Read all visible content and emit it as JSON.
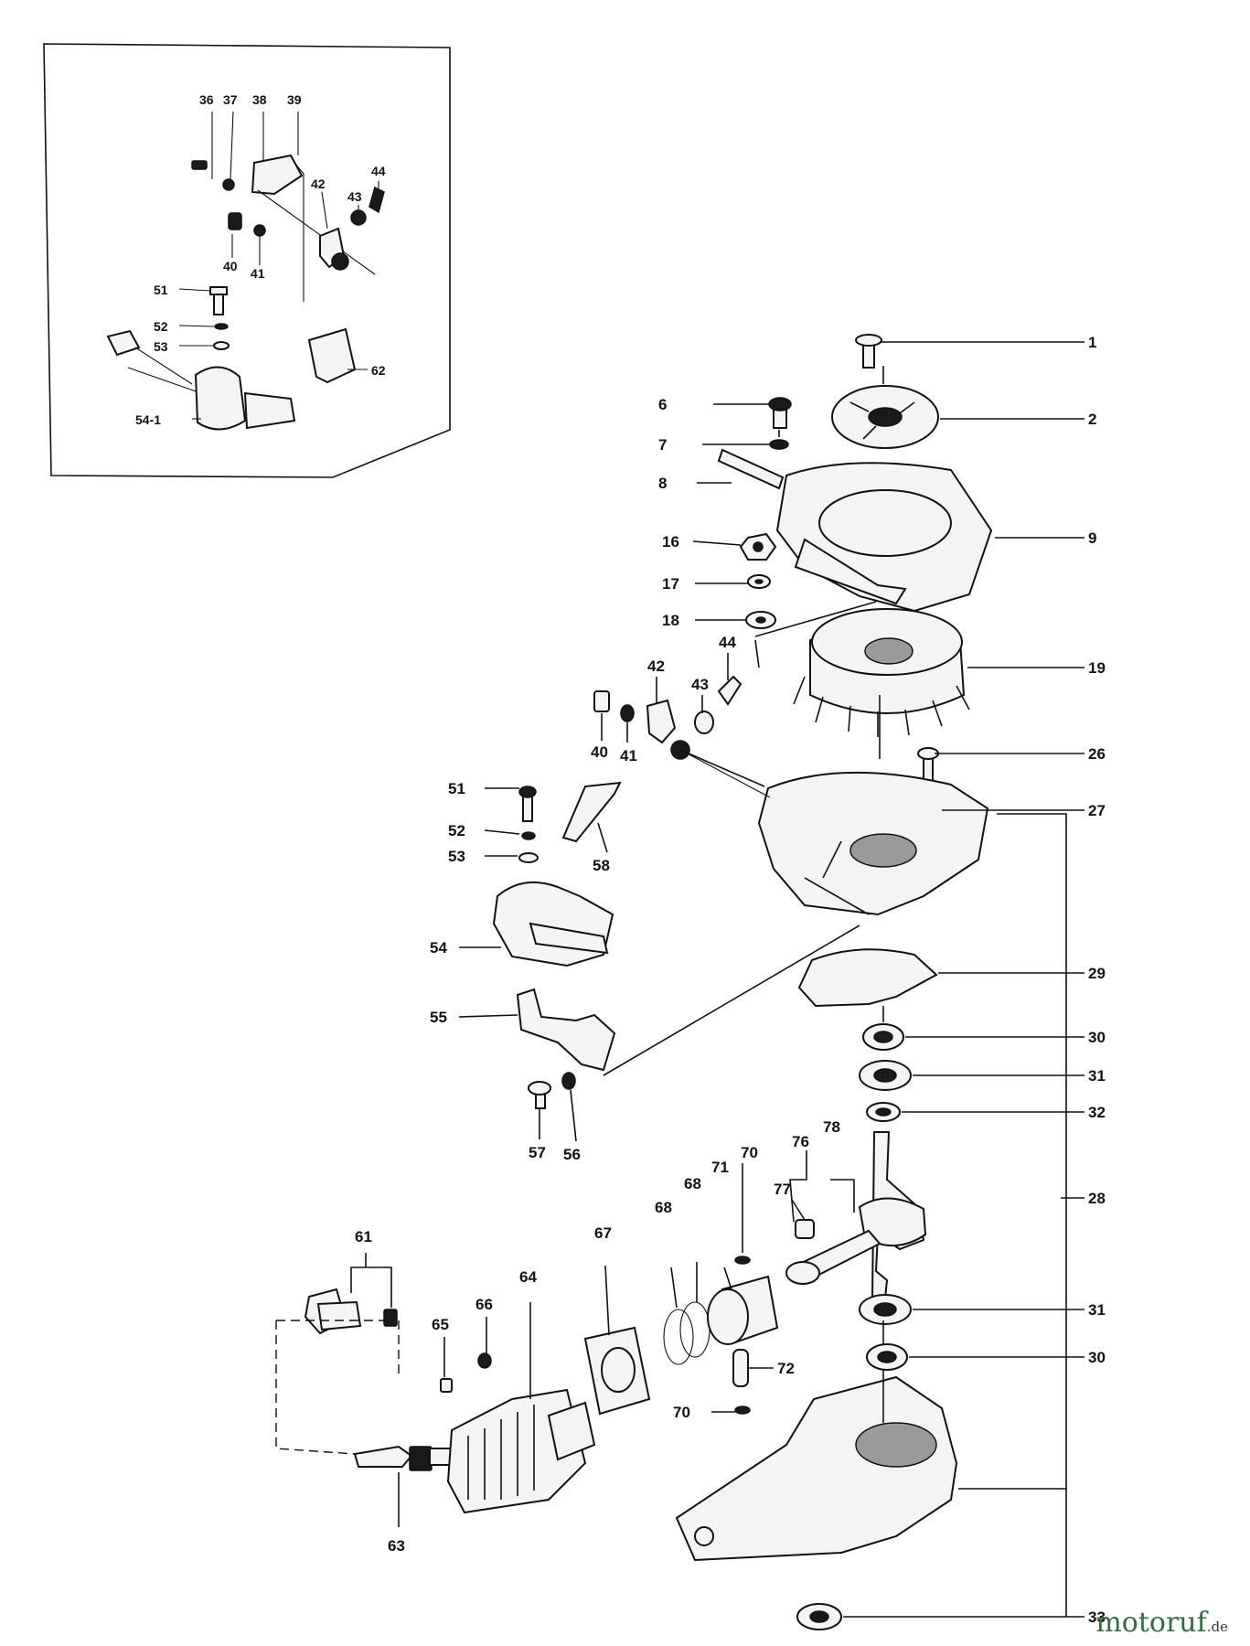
{
  "diagram": {
    "watermark": {
      "brand": "motoruf",
      "tld": ".de"
    },
    "inset_labels": [
      "36",
      "37",
      "38",
      "39",
      "42",
      "43",
      "44",
      "40",
      "41",
      "51",
      "52",
      "53",
      "62",
      "54-1"
    ],
    "callouts": [
      "1",
      "2",
      "6",
      "7",
      "8",
      "9",
      "16",
      "17",
      "18",
      "19",
      "26",
      "27",
      "28",
      "29",
      "30",
      "31",
      "32",
      "33"
    ],
    "left_labels": [
      "42",
      "43",
      "44",
      "40",
      "41",
      "51",
      "52",
      "53",
      "58",
      "54",
      "55",
      "57",
      "56"
    ],
    "lower_labels": [
      "78",
      "76",
      "77",
      "70",
      "71",
      "68",
      "68",
      "67",
      "64",
      "66",
      "65",
      "61",
      "63",
      "72",
      "70",
      "31",
      "30"
    ]
  }
}
